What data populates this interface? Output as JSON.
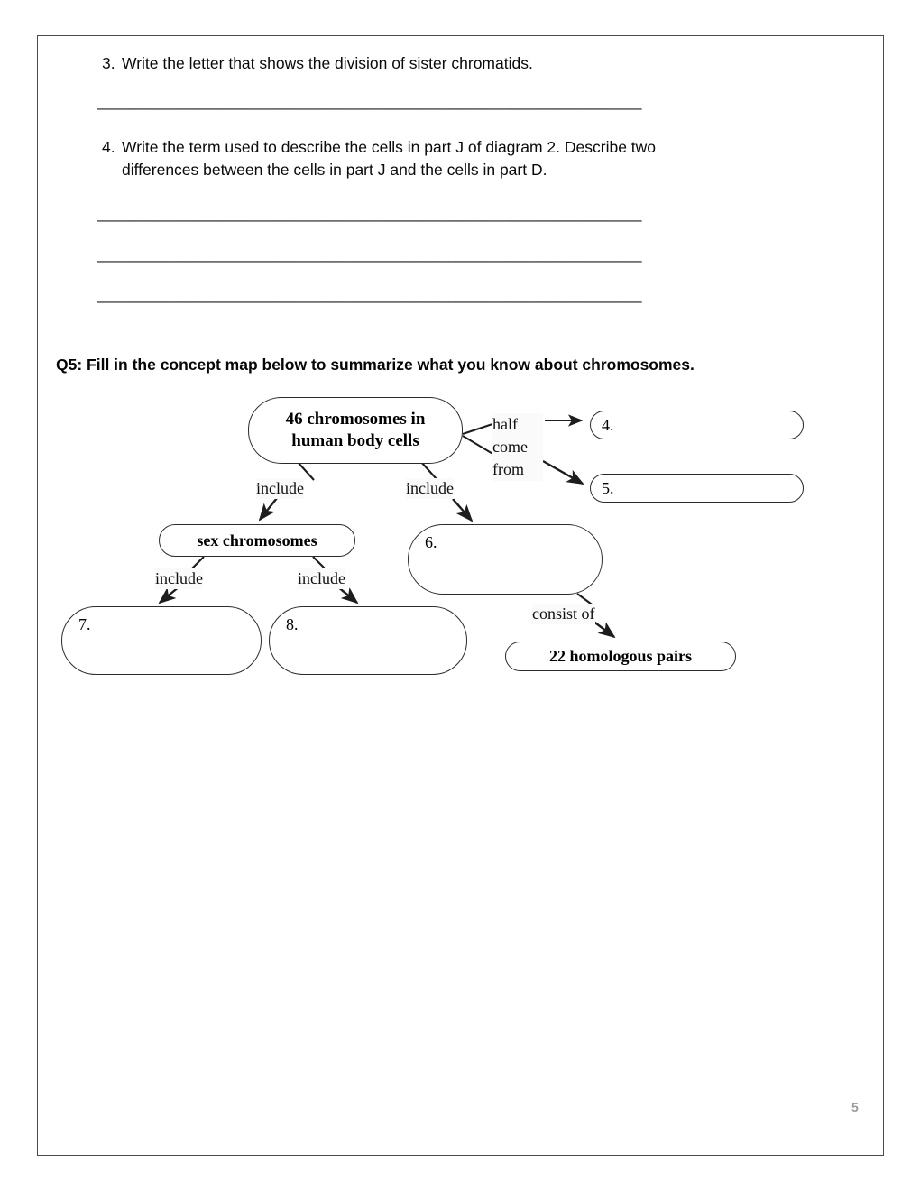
{
  "page": {
    "number": "5",
    "border_color": "#4a4a4a"
  },
  "questions": [
    {
      "number": "3.",
      "text": "Write the letter that shows the division of sister chromatids.",
      "text_line2": "",
      "answer_lines": 1
    },
    {
      "number": "4.",
      "text": "Write the term used to describe the cells in part J of diagram 2. Describe two",
      "text_line2": "differences between the cells in part J and the cells in part D.",
      "answer_lines": 3
    }
  ],
  "answer_rule": "______________________________________________________________",
  "q5": {
    "heading": "Q5: Fill in the concept map below to summarize what you know about chromosomes.",
    "concept_map": {
      "nodes": [
        {
          "id": "root",
          "label_line1": "46 chromosomes in",
          "label_line2": "human body cells",
          "filled": true
        },
        {
          "id": "blank4",
          "label": "4.",
          "filled": false
        },
        {
          "id": "blank5",
          "label": "5.",
          "filled": false
        },
        {
          "id": "sex",
          "label": "sex chromosomes",
          "filled": true
        },
        {
          "id": "blank6",
          "label": "6.",
          "filled": false
        },
        {
          "id": "blank7",
          "label": "7.",
          "filled": false
        },
        {
          "id": "blank8",
          "label": "8.",
          "filled": false
        },
        {
          "id": "pairs22",
          "label": "22 homologous pairs",
          "filled": true
        }
      ],
      "edge_labels": {
        "include_1": "include",
        "include_2": "include",
        "include_3": "include",
        "include_4": "include",
        "half_come_from": "half come from",
        "consist_of": "consist of"
      }
    }
  }
}
